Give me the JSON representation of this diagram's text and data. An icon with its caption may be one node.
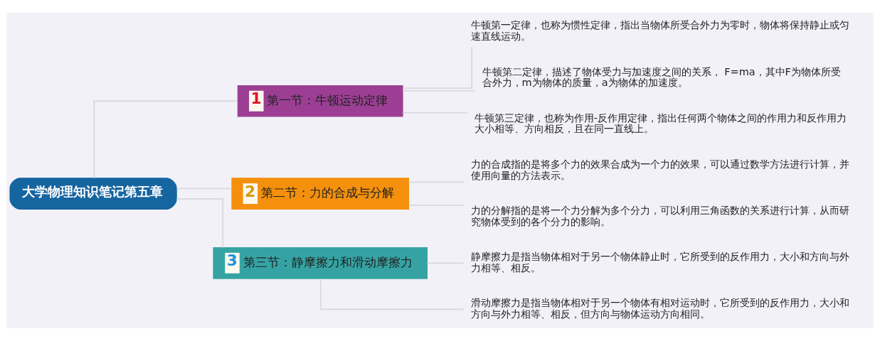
{
  "diagram": {
    "nodes": [
      {
        "text": [
          "大学物理知识笔记第五章"
        ]
      },
      {
        "text": [
          "1",
          "第一节：牛顿运动定律"
        ]
      },
      {
        "text": [
          "2",
          "第二节：力的合成与分解"
        ]
      },
      {
        "text": [
          "3",
          "第三节：静摩擦力和滑动摩擦力"
        ]
      },
      {
        "text": [
          "牛顿第一定律，也称为惯性定律，指出当物体所受合外力为零时，物体将保持静止或匀速直线运动。"
        ]
      },
      {
        "text": [
          "牛顿第二定律，描述了物体受力与加速度之间的关系， F=ma，其中F为物体所受合外力，m为物体的质量，a为物体的加速度。"
        ]
      },
      {
        "text": [
          "牛顿第三定律，也称为作用-反作用定律，指出任何两个物体之间的作用力和反作用力大小相等、方向相反，且在同一直线上。"
        ]
      },
      {
        "text": [
          "力的合成指的是将多个力的效果合成为一个力的效果，可以通过数学方法进行计算，并使用向量的方法表示。"
        ]
      },
      {
        "text": [
          "力的分解指的是将一个力分解为多个分力，可以利用三角函数的关系进行计算，从而研究物体受到的各个分力的影响。"
        ]
      },
      {
        "text": [
          "静摩擦力是指当物体相对于另一个物体静止时，它所受到的反作用力，大小和方向与外力相等、相反。"
        ]
      },
      {
        "text": [
          "滑动摩擦力是指当物体相对于另一个物体有相对运动时，它所受到的反作用力，大小和方向与外力相等、相反，但方向与物体运动方向相同。"
        ]
      }
    ],
    "edges": [
      {
        "from": 0,
        "to": 1,
        "arrow": "none"
      },
      {
        "from": 0,
        "to": 2,
        "arrow": "none"
      },
      {
        "from": 0,
        "to": 3,
        "arrow": "none"
      },
      {
        "from": 1,
        "to": 4,
        "arrow": "none"
      },
      {
        "from": 1,
        "to": 5,
        "arrow": "none"
      },
      {
        "from": 1,
        "to": 6,
        "arrow": "none"
      },
      {
        "from": 2,
        "to": 7,
        "arrow": "none"
      },
      {
        "from": 2,
        "to": 8,
        "arrow": "none"
      },
      {
        "from": 3,
        "to": 9,
        "arrow": "none"
      },
      {
        "from": 3,
        "to": 10,
        "arrow": "none"
      }
    ]
  }
}
